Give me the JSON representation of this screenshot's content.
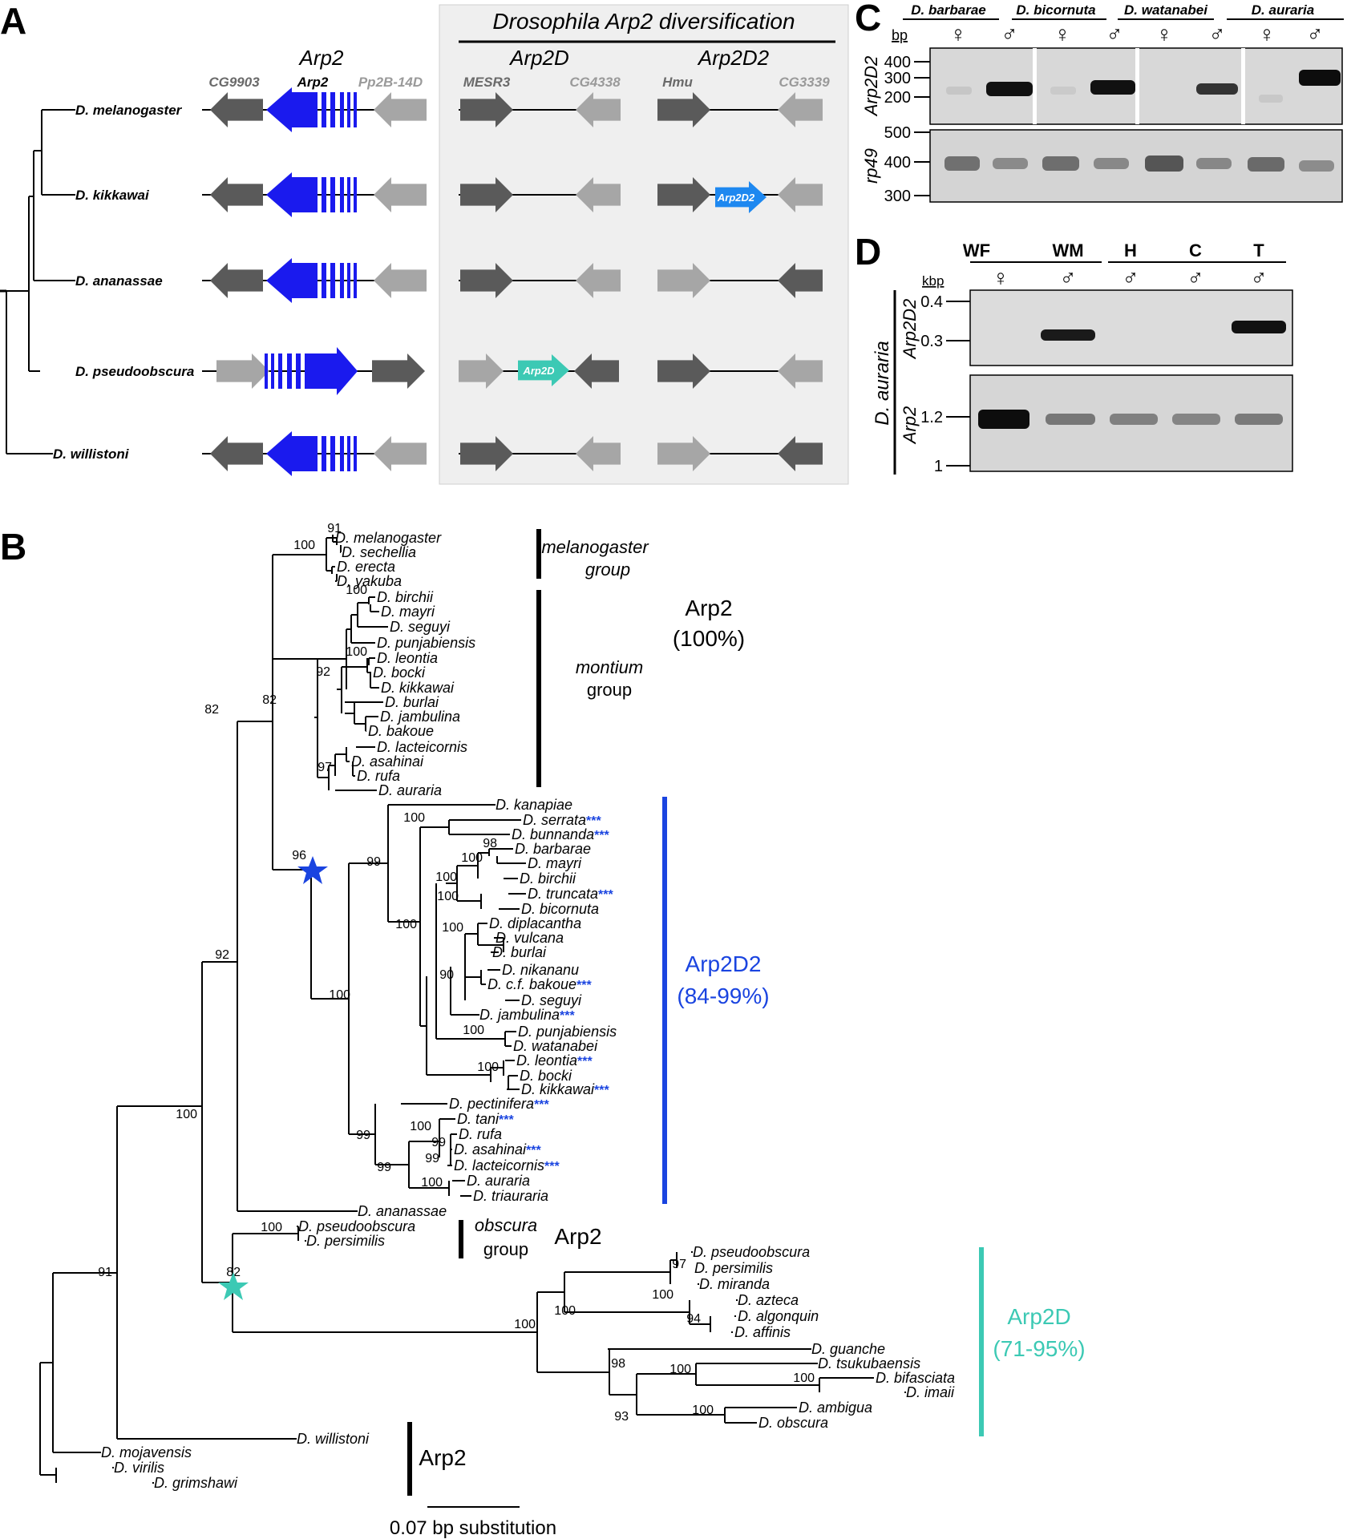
{
  "panels": {
    "a": "A",
    "b": "B",
    "c": "C",
    "d": "D"
  },
  "panelA": {
    "gene_title": "Arp2",
    "box_title": "Drosophila Arp2 diversification",
    "col_arp2d": "Arp2D",
    "col_arp2d2": "Arp2D2",
    "gene_labels": {
      "cg9903": "CG9903",
      "arp2": "Arp2",
      "pp2b": "Pp2B-14D",
      "mesr3": "MESR3",
      "cg4338": "CG4338",
      "hmu": "Hmu",
      "cg3339": "CG3339"
    },
    "species": [
      "D. melanogaster",
      "D. kikkawai",
      "D. ananassae",
      "D. pseudoobscura",
      "D. willistoni"
    ],
    "insert_arp2d2": "Arp2D2",
    "insert_arp2d": "Arp2D",
    "colors": {
      "arp2": "#1a1aee",
      "arp2d2": "#1e88f0",
      "arp2d": "#3cc9b4",
      "dark": "#5a5a5a",
      "light": "#a6a6a6",
      "box": "#efefef"
    }
  },
  "panelC": {
    "bp_label": "bp",
    "species": [
      "D. barbarae",
      "D. bicornuta",
      "D. watanabei",
      "D. auraria"
    ],
    "female": "♀",
    "male": "♂",
    "gene_top": "Arp2D2",
    "gene_bottom": "rp49",
    "ticks_top": [
      "400",
      "300",
      "200"
    ],
    "ticks_bottom": [
      "500",
      "400",
      "300"
    ]
  },
  "panelD": {
    "lanes": [
      "WF",
      "WM",
      "H",
      "C",
      "T"
    ],
    "sexes": [
      "♀",
      "♂",
      "♂",
      "♂",
      "♂"
    ],
    "unit": "kbp",
    "species": "D. auraria",
    "gene_top": "Arp2D2",
    "gene_bottom": "Arp2",
    "ticks_top": [
      "0.4",
      "0.3"
    ],
    "ticks_bottom": [
      "1.2",
      "1"
    ]
  },
  "panelB": {
    "tips": {
      "mel": "D. melanogaster",
      "sech": "D. sechellia",
      "ere": "D. erecta",
      "yak": "D. yakuba",
      "mbir": "D. birchii",
      "mmay": "D. mayri",
      "mseg": "D. seguyi",
      "mpun": "D. punjabiensis",
      "mleo": "D. leontia",
      "mboc": "D. bocki",
      "mkik": "D. kikkawai",
      "mbur": "D. burlai",
      "mjam": "D. jambulina",
      "mbak": "D. bakoue",
      "mlac": "D. lacteicornis",
      "masa": "D. asahinai",
      "mruf": "D. rufa",
      "maur": "D. auraria",
      "kan": "D. kanapiae",
      "ser": "D. serrata",
      "bun": "D. bunnanda",
      "bar": "D. barbarae",
      "may2": "D. mayri",
      "bir2": "D. birchii",
      "tru": "D. truncata",
      "bic": "D. bicornuta",
      "dip": "D. diplacantha",
      "vul": "D. vulcana",
      "bur2": "D. burlai",
      "nik": "D. nikananu",
      "bak2": "D. c.f. bakoue",
      "seg2": "D. seguyi",
      "jam2": "D. jambulina",
      "pun2": "D. punjabiensis",
      "wat": "D. watanabei",
      "leo2": "D. leontia",
      "boc2": "D. bocki",
      "kik2": "D. kikkawai",
      "pec": "D. pectinifera",
      "tan": "D. tani",
      "ruf2": "D. rufa",
      "asa2": "D. asahinai",
      "lac2": "D. lacteicornis",
      "aur2": "D. auraria",
      "tri": "D. triauraria",
      "ana": "D. ananassae",
      "pse": "D. pseudoobscura",
      "per": "D. persimilis",
      "pse2": "D. pseudoobscura",
      "per2": "D. persimilis",
      "mir": "D. miranda",
      "azt": "D. azteca",
      "alg": "D. algonquin",
      "aff": "D. affinis",
      "gua": "D. guanche",
      "tsu": "D. tsukubaensis",
      "bif": "D. bifasciata",
      "ima": "D. imaii",
      "amb": "D. ambigua",
      "obs": "D. obscura",
      "wil": "D. willistoni",
      "moj": "D. mojavensis",
      "vir": "D. virilis",
      "gri": "D. grimshawi"
    },
    "stars": "***",
    "group_melanogaster": [
      "melanogaster",
      "group"
    ],
    "group_montium": [
      "montium",
      "group"
    ],
    "group_obscura": [
      "obscura",
      "group"
    ],
    "clade_arp2_top": [
      "Arp2",
      "(100%)"
    ],
    "clade_arp2d2": [
      "Arp2D2",
      "(84-99%)"
    ],
    "clade_arp2d": [
      "Arp2D",
      "(71-95%)"
    ],
    "clade_arp2_obscura": "Arp2",
    "clade_arp2_bottom": "Arp2",
    "scale_label": "0.07 bp substitution"
  }
}
